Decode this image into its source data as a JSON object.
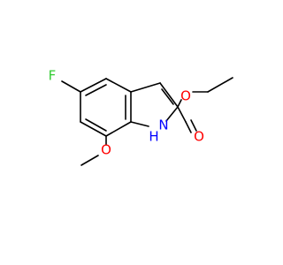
{
  "atoms": {
    "fluorine": {
      "label": "F",
      "color": "#33cc33"
    },
    "ring_nitrogen": {
      "label": "N",
      "color": "#0000ff"
    },
    "ring_nitrogen_hydrogen": {
      "label": "H",
      "color": "#0000ff"
    },
    "ester_ether_oxygen": {
      "label": "O",
      "color": "#ff0000"
    },
    "carbonyl_oxygen": {
      "label": "O",
      "color": "#ff0000"
    },
    "methoxy_oxygen": {
      "label": "O",
      "color": "#ff0000"
    }
  },
  "colors": {
    "bond": "#000000",
    "background": "#ffffff"
  }
}
